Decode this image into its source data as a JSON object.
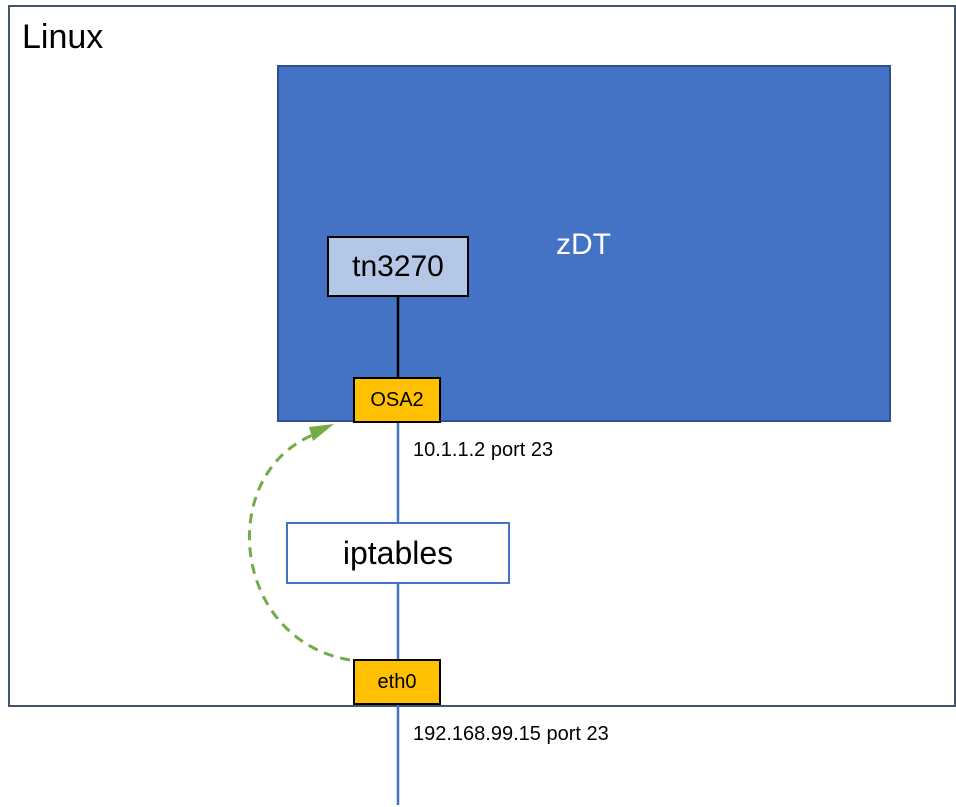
{
  "diagram": {
    "host_label": "Linux",
    "zdt_label": "zDT",
    "terminal_label": "tn3270",
    "osa_label": "OSA2",
    "eth_label": "eth0",
    "iptables_label": "iptables",
    "osa_address": "10.1.1.2 port 23",
    "eth_address": "192.168.99.15 port 23"
  },
  "colors": {
    "zdt_fill": "#4472c4",
    "terminal_fill": "#b4c7e7",
    "interface_fill": "#ffc000",
    "network_line": "#4472c4",
    "redirect_arrow": "#70ad47",
    "frame_border": "#44546a"
  },
  "icons": {
    "redirect_arrow": "dashed-curved-arrow-icon"
  }
}
